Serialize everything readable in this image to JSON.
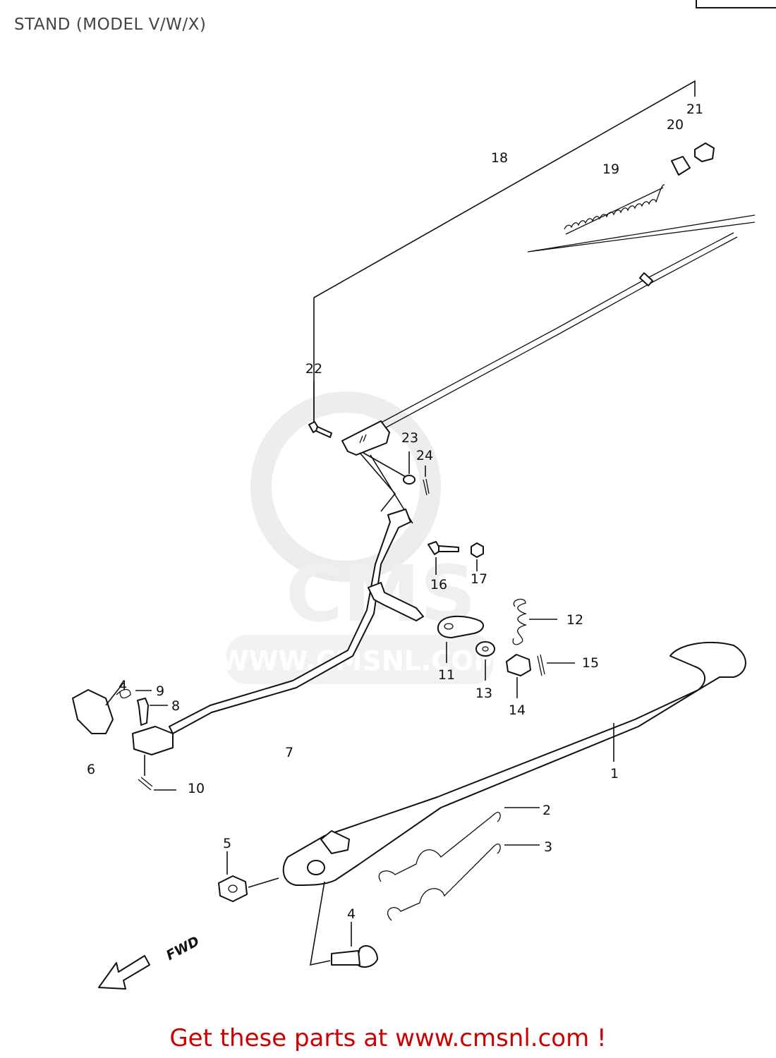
{
  "title": "STAND (MODEL V/W/X)",
  "footer": {
    "text": "Get these parts at www.cmsnl.com !",
    "color": "#cc0000"
  },
  "fwd_label": "FWD",
  "watermark": {
    "text": "WWW.CMSNL.COM",
    "brand": "CMS"
  },
  "callouts": [
    "1",
    "2",
    "3",
    "4",
    "4",
    "5",
    "6",
    "7",
    "8",
    "9",
    "10",
    "11",
    "12",
    "13",
    "14",
    "15",
    "16",
    "17",
    "18",
    "19",
    "20",
    "21",
    "22",
    "23",
    "24"
  ]
}
